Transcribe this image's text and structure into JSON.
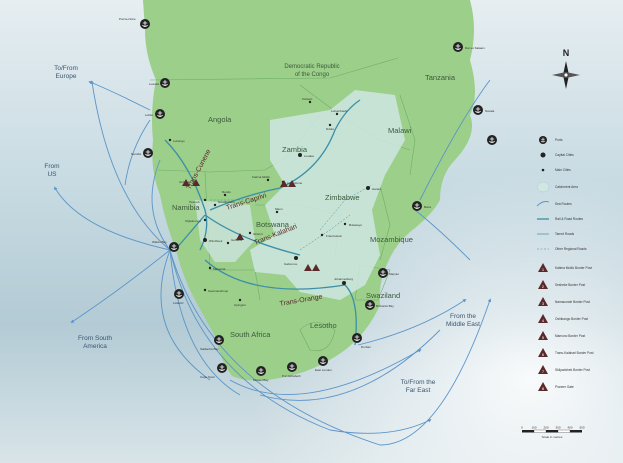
{
  "colors": {
    "land": "#9ccf8a",
    "catchment": "#cfe6e3",
    "sea": "#cfe0e6",
    "route_blue": "#5c95c8",
    "corridor": "#3a8fa8",
    "port": "#222222"
  },
  "countries": [
    {
      "id": "drc",
      "label": "Democratic Republic",
      "label2": "of the Congo"
    },
    {
      "id": "tanzania",
      "label": "Tanzania"
    },
    {
      "id": "angola",
      "label": "Angola"
    },
    {
      "id": "zambia",
      "label": "Zambia"
    },
    {
      "id": "malawi",
      "label": "Malawi"
    },
    {
      "id": "namibia",
      "label": "Namibia"
    },
    {
      "id": "zimbabwe",
      "label": "Zimbabwe"
    },
    {
      "id": "botswana",
      "label": "Botswana"
    },
    {
      "id": "mozambique",
      "label": "Mozambique"
    },
    {
      "id": "swaziland",
      "label": "Swaziland"
    },
    {
      "id": "south_africa",
      "label": "South Africa"
    },
    {
      "id": "lesotho",
      "label": "Lesotho"
    }
  ],
  "external": [
    {
      "id": "europe",
      "line1": "To/From",
      "line2": "Europe"
    },
    {
      "id": "us",
      "line1": "From",
      "line2": "US"
    },
    {
      "id": "south_america",
      "line1": "From South",
      "line2": "America"
    },
    {
      "id": "middle_east",
      "line1": "From the",
      "line2": "Middle East"
    },
    {
      "id": "far_east",
      "line1": "To/From the",
      "line2": "Far East"
    }
  ],
  "corridors": [
    {
      "id": "trans_cunene",
      "label": "Trans-Cunene"
    },
    {
      "id": "trans_caprivi",
      "label": "Trans-Caprivi"
    },
    {
      "id": "trans_kalahari",
      "label": "Trans-Kalahari"
    },
    {
      "id": "trans_orange",
      "label": "Trans-Orange"
    }
  ],
  "ports": [
    {
      "name": "Pointe-Noire"
    },
    {
      "name": "Luanda"
    },
    {
      "name": "Lobito"
    },
    {
      "name": "Namibe"
    },
    {
      "name": "Walvis Bay"
    },
    {
      "name": "Lüderitz"
    },
    {
      "name": "Saldanha Bay"
    },
    {
      "name": "Cape Town"
    },
    {
      "name": "Mossel Bay"
    },
    {
      "name": "Port Elizabeth"
    },
    {
      "name": "East London"
    },
    {
      "name": "Durban"
    },
    {
      "name": "Richards Bay"
    },
    {
      "name": "Maputo"
    },
    {
      "name": "Beira"
    },
    {
      "name": "Nacala"
    },
    {
      "name": "Dar es Salaam"
    }
  ],
  "cities": [
    {
      "name": "Kolwezi"
    },
    {
      "name": "Lubumbashi"
    },
    {
      "name": "Ndola"
    },
    {
      "name": "Lusaka"
    },
    {
      "name": "Livingstone"
    },
    {
      "name": "Harare"
    },
    {
      "name": "Bulawayo"
    },
    {
      "name": "Francistown"
    },
    {
      "name": "Maun"
    },
    {
      "name": "Gaborone"
    },
    {
      "name": "Johannesburg"
    },
    {
      "name": "Windhoek"
    },
    {
      "name": "Katima Mulilo"
    },
    {
      "name": "Rundu"
    },
    {
      "name": "Grootfontein"
    },
    {
      "name": "Tsumeb"
    },
    {
      "name": "Otjiwarongo"
    },
    {
      "name": "Oshakati"
    },
    {
      "name": "Gobabis"
    },
    {
      "name": "Mariental"
    },
    {
      "name": "Keetmanshoop"
    },
    {
      "name": "Upington"
    },
    {
      "name": "Lubango"
    },
    {
      "name": "Ghanzi"
    }
  ],
  "legend": {
    "items": [
      {
        "label": "Ports"
      },
      {
        "label": "Capital Cities"
      },
      {
        "label": "Main Cities"
      },
      {
        "label": "Catchment Area"
      },
      {
        "label": "Sea Routes"
      },
      {
        "label": "Rail & Road Routes"
      },
      {
        "label": "Tarred Roads"
      },
      {
        "label": "Other Regional Roads"
      }
    ],
    "posts": [
      {
        "num": "1",
        "label": "Katima Mulilo Border Post"
      },
      {
        "num": "2",
        "label": "Sesheke Border Post"
      },
      {
        "num": "3",
        "label": "Namacunde Border Post"
      },
      {
        "num": "4",
        "label": "Oshikango Border Post"
      },
      {
        "num": "5",
        "label": "Mamuno Border Post"
      },
      {
        "num": "6",
        "label": "Trans-Kalahari Border Post"
      },
      {
        "num": "7",
        "label": "Skilpadshek Border Post"
      },
      {
        "num": "8",
        "label": "Pioneer Gate"
      }
    ]
  },
  "compass": {
    "label": "N"
  },
  "scale": {
    "ticks": [
      "0",
      "100",
      "200",
      "300",
      "400",
      "500"
    ],
    "caption": "Scale in metres"
  }
}
